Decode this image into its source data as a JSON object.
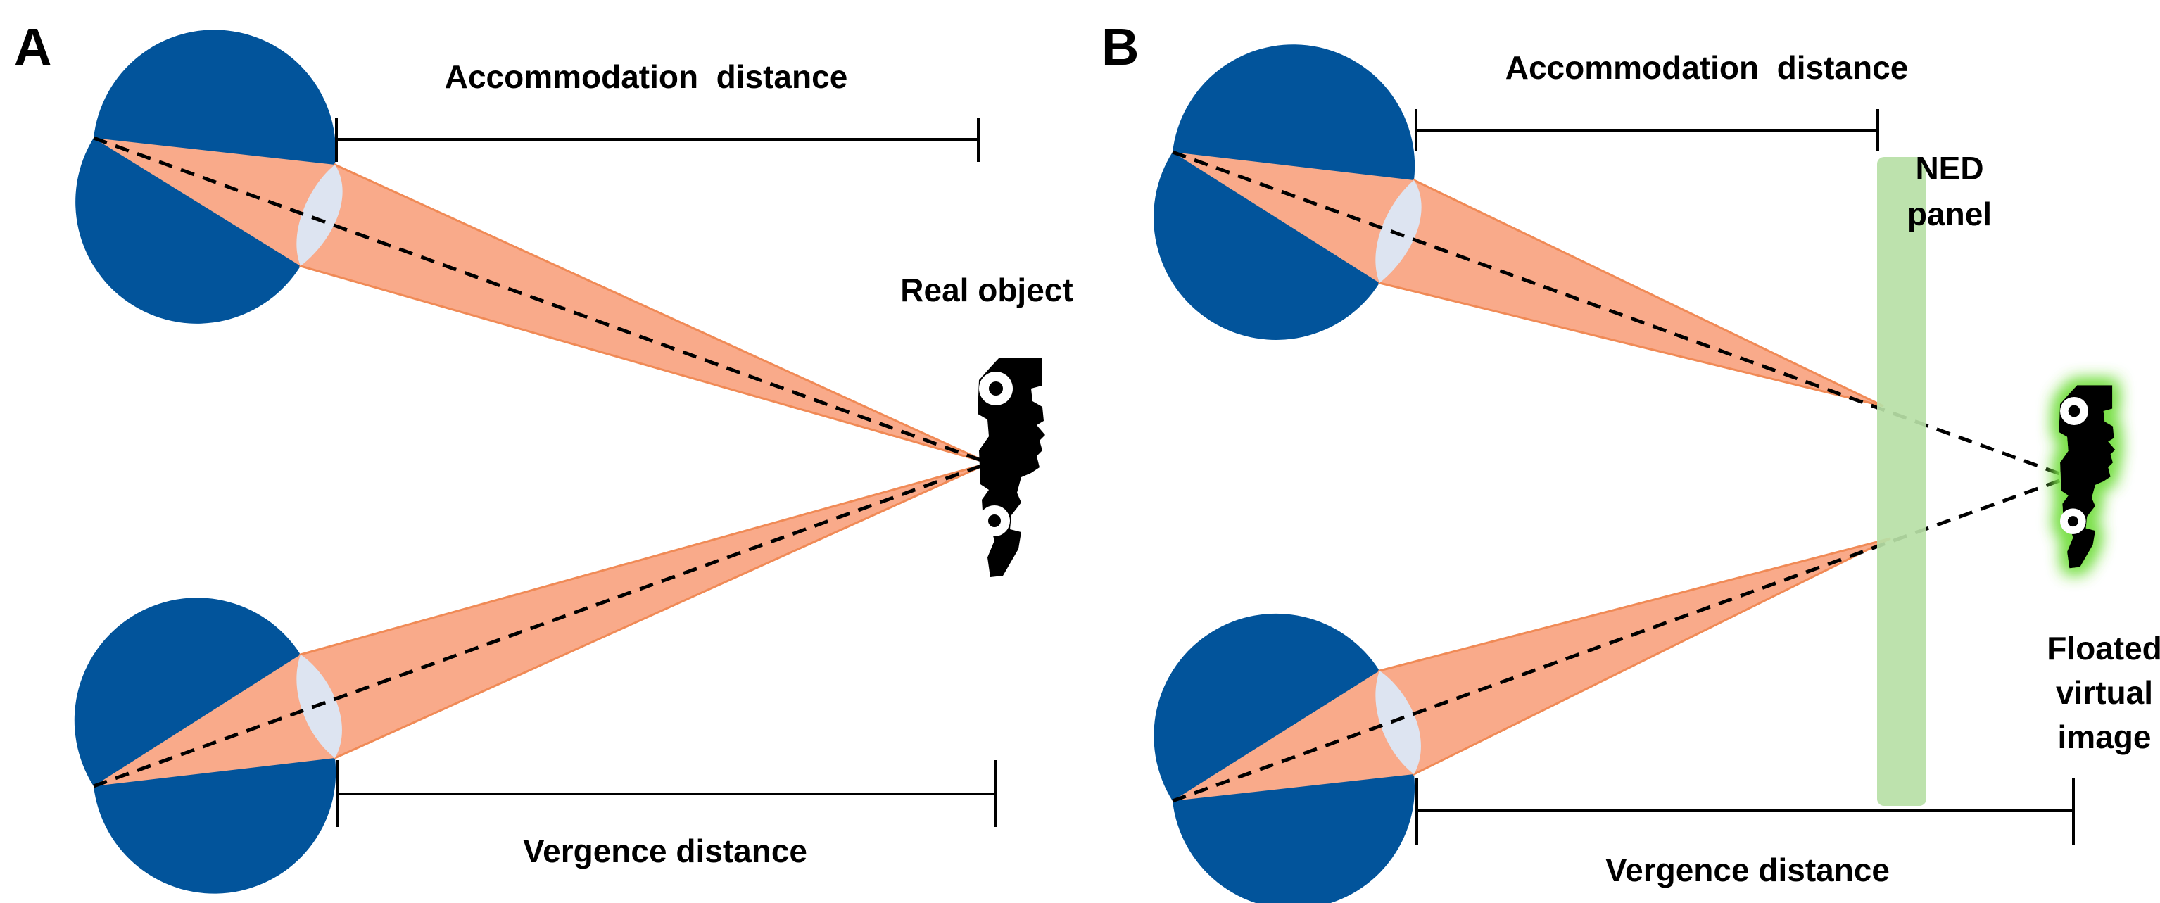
{
  "figure": {
    "colors": {
      "eye": "#02549B",
      "lens": "#DDE4F1",
      "beam": "#F9AA8A",
      "beam_edge": "#F08A56",
      "ned_panel": "#B7DFA6",
      "glow": "#7BE04A",
      "object": "#000000",
      "line": "#000000"
    },
    "panels": [
      {
        "letter": "A",
        "accommodation_label": "Accommodation  distance",
        "vergence_label": "Vergence distance",
        "object_label": "Real object"
      },
      {
        "letter": "B",
        "accommodation_label": "Accommodation  distance",
        "vergence_label": "Vergence distance",
        "ned_label_lines": [
          "NED",
          "panel"
        ],
        "virtual_label_lines": [
          "Floated",
          "virtual",
          "image"
        ]
      }
    ],
    "icons": [
      "eye-icon",
      "lens-icon",
      "face-profile-icon"
    ]
  }
}
